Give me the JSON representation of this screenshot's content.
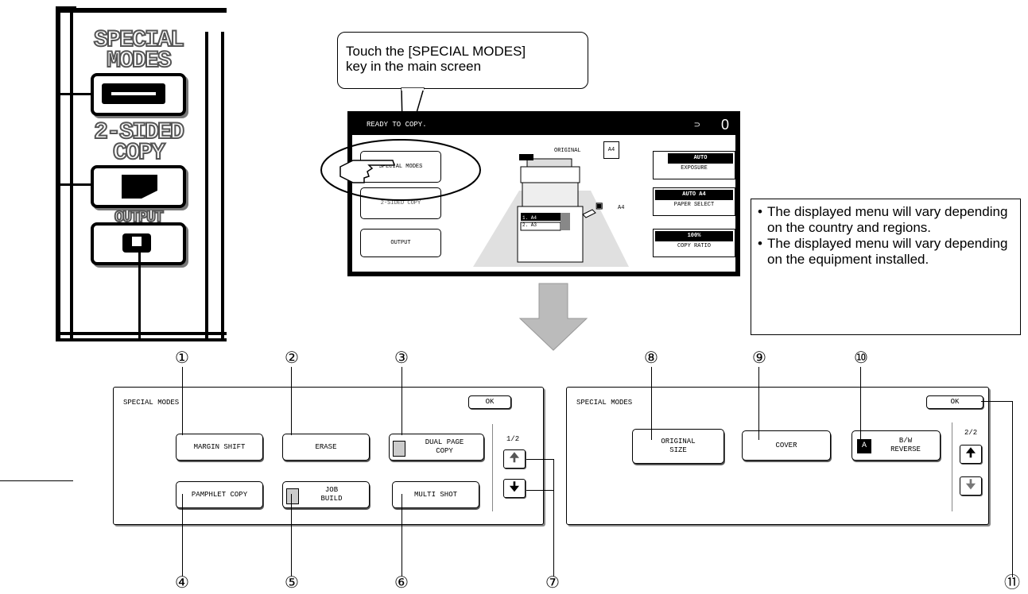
{
  "left_keys": {
    "special_modes_label": "SPECIAL MODES",
    "two_sided_label": "2-SIDED COPY",
    "output_label": "OUTPUT"
  },
  "callout": {
    "line1": "Touch the [SPECIAL MODES]",
    "line2": "key in the main screen"
  },
  "main_screen": {
    "top_left": "READY TO COPY.",
    "top_count": "0",
    "btn_special": "SPECIAL MODES",
    "btn_two_sided": "2-SIDED COPY",
    "btn_output": "OUTPUT",
    "original_label": "ORIGINAL",
    "original_size": "A4",
    "paper_size": "A4",
    "tray1": "1. A4",
    "tray2": "2. A3",
    "exposure_value": "AUTO",
    "exposure_label": "EXPOSURE",
    "paper_value": "AUTO    A4",
    "paper_label": "PAPER SELECT",
    "ratio_value": "100%",
    "ratio_label": "COPY RATIO"
  },
  "notes": [
    "The displayed menu will vary depending on the country and regions.",
    "The displayed menu will vary depending on the equipment installed."
  ],
  "panel1": {
    "title": "SPECIAL MODES",
    "ok": "OK",
    "page": "1/2",
    "margin_shift": "MARGIN SHIFT",
    "erase": "ERASE",
    "dual_page_1": "DUAL PAGE",
    "dual_page_2": "COPY",
    "pamphlet": "PAMPHLET COPY",
    "job_1": "JOB",
    "job_2": "BUILD",
    "multi_shot": "MULTI SHOT"
  },
  "panel2": {
    "title": "SPECIAL MODES",
    "ok": "OK",
    "page": "2/2",
    "original_1": "ORIGINAL",
    "original_2": "SIZE",
    "cover": "COVER",
    "bw_1": "B/W",
    "bw_2": "REVERSE"
  },
  "numbers": [
    "①",
    "②",
    "③",
    "④",
    "⑤",
    "⑥",
    "⑦",
    "⑧",
    "⑨",
    "⑩",
    "⑪"
  ],
  "icons": [
    "pointing-hand-icon",
    "down-arrow-icon",
    "up-arrow-icon",
    "copier-icon"
  ]
}
